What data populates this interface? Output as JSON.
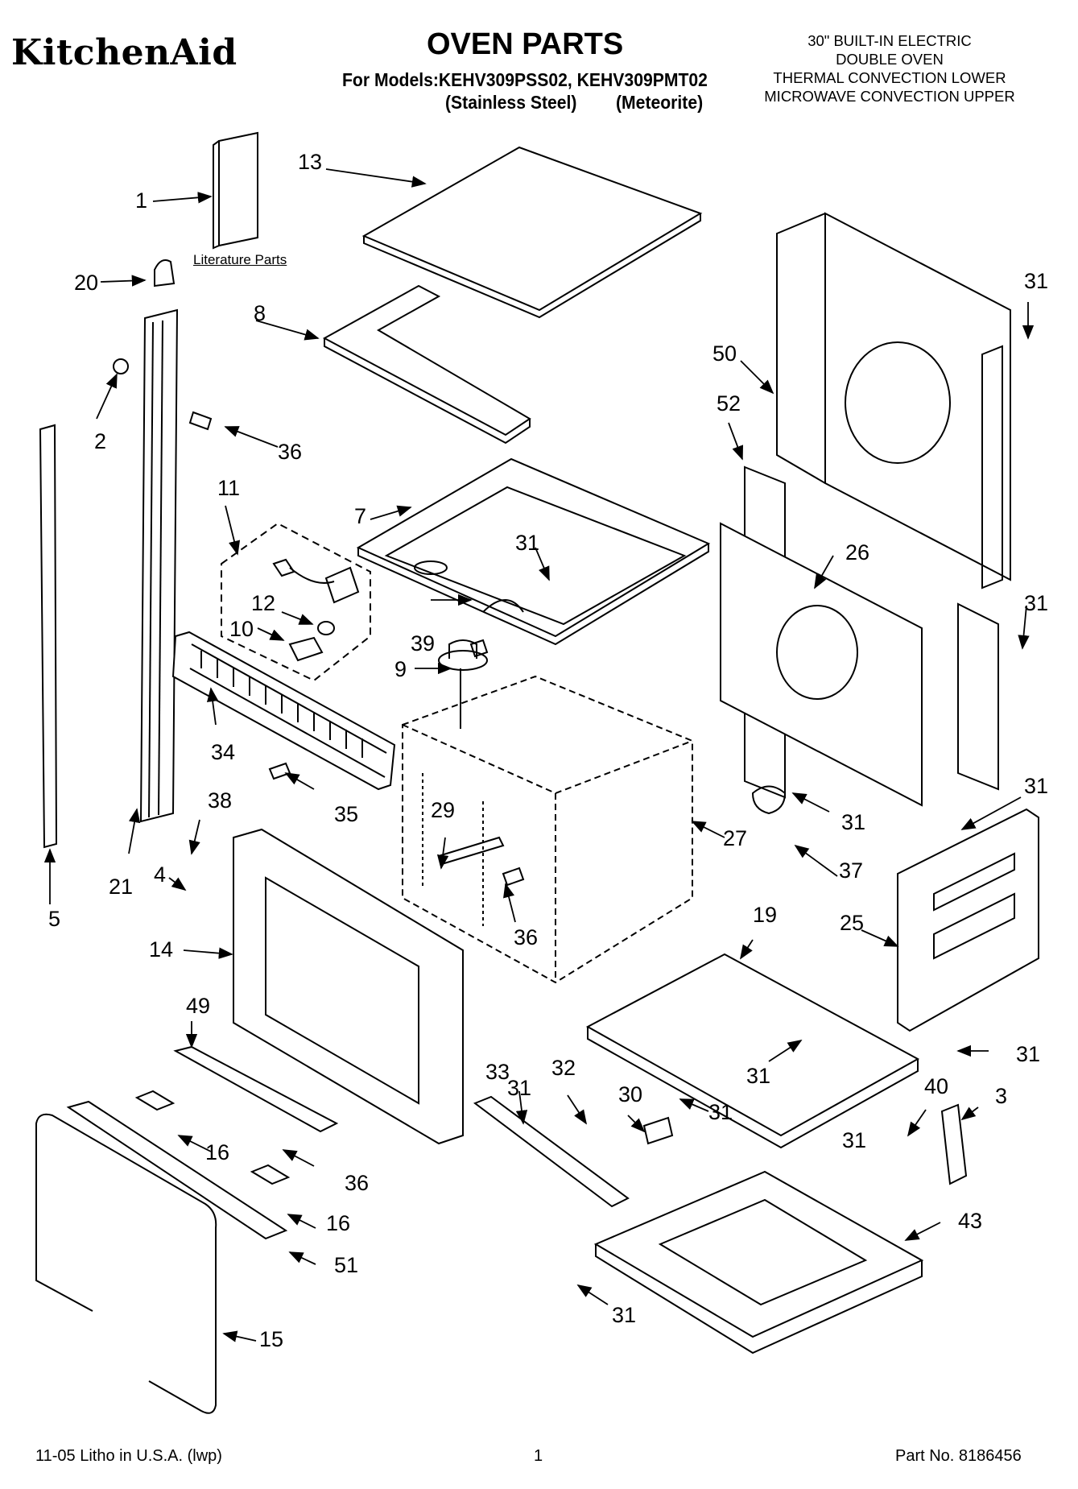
{
  "header": {
    "brand": "KitchenAid",
    "title": "OVEN PARTS",
    "models_line": "For Models:KEHV309PSS02, KEHV309PMT02",
    "variant_1": "(Stainless Steel)",
    "variant_2": "(Meteorite)",
    "description": [
      "30\" BUILT-IN ELECTRIC",
      "DOUBLE OVEN",
      "THERMAL CONVECTION LOWER",
      "MICROWAVE CONVECTION UPPER"
    ]
  },
  "literature_label": "Literature Parts",
  "callouts": [
    {
      "label": "1"
    },
    {
      "label": "2"
    },
    {
      "label": "3"
    },
    {
      "label": "4"
    },
    {
      "label": "5"
    },
    {
      "label": "7"
    },
    {
      "label": "8"
    },
    {
      "label": "9"
    },
    {
      "label": "10"
    },
    {
      "label": "11"
    },
    {
      "label": "12"
    },
    {
      "label": "13"
    },
    {
      "label": "14"
    },
    {
      "label": "15"
    },
    {
      "label": "16"
    },
    {
      "label": "16"
    },
    {
      "label": "19"
    },
    {
      "label": "20"
    },
    {
      "label": "21"
    },
    {
      "label": "25"
    },
    {
      "label": "26"
    },
    {
      "label": "27"
    },
    {
      "label": "29"
    },
    {
      "label": "30"
    },
    {
      "label": "31"
    },
    {
      "label": "31"
    },
    {
      "label": "31"
    },
    {
      "label": "31"
    },
    {
      "label": "31"
    },
    {
      "label": "31"
    },
    {
      "label": "31"
    },
    {
      "label": "31"
    },
    {
      "label": "31"
    },
    {
      "label": "31"
    },
    {
      "label": "31"
    },
    {
      "label": "32"
    },
    {
      "label": "33"
    },
    {
      "label": "34"
    },
    {
      "label": "35"
    },
    {
      "label": "36"
    },
    {
      "label": "36"
    },
    {
      "label": "36"
    },
    {
      "label": "37"
    },
    {
      "label": "38"
    },
    {
      "label": "39"
    },
    {
      "label": "40"
    },
    {
      "label": "43"
    },
    {
      "label": "49"
    },
    {
      "label": "50"
    },
    {
      "label": "51"
    },
    {
      "label": "52"
    }
  ],
  "footer": {
    "print_info": "11-05 Litho in U.S.A. (lwp)",
    "page_number": "1",
    "part_number": "Part No. 8186456"
  }
}
